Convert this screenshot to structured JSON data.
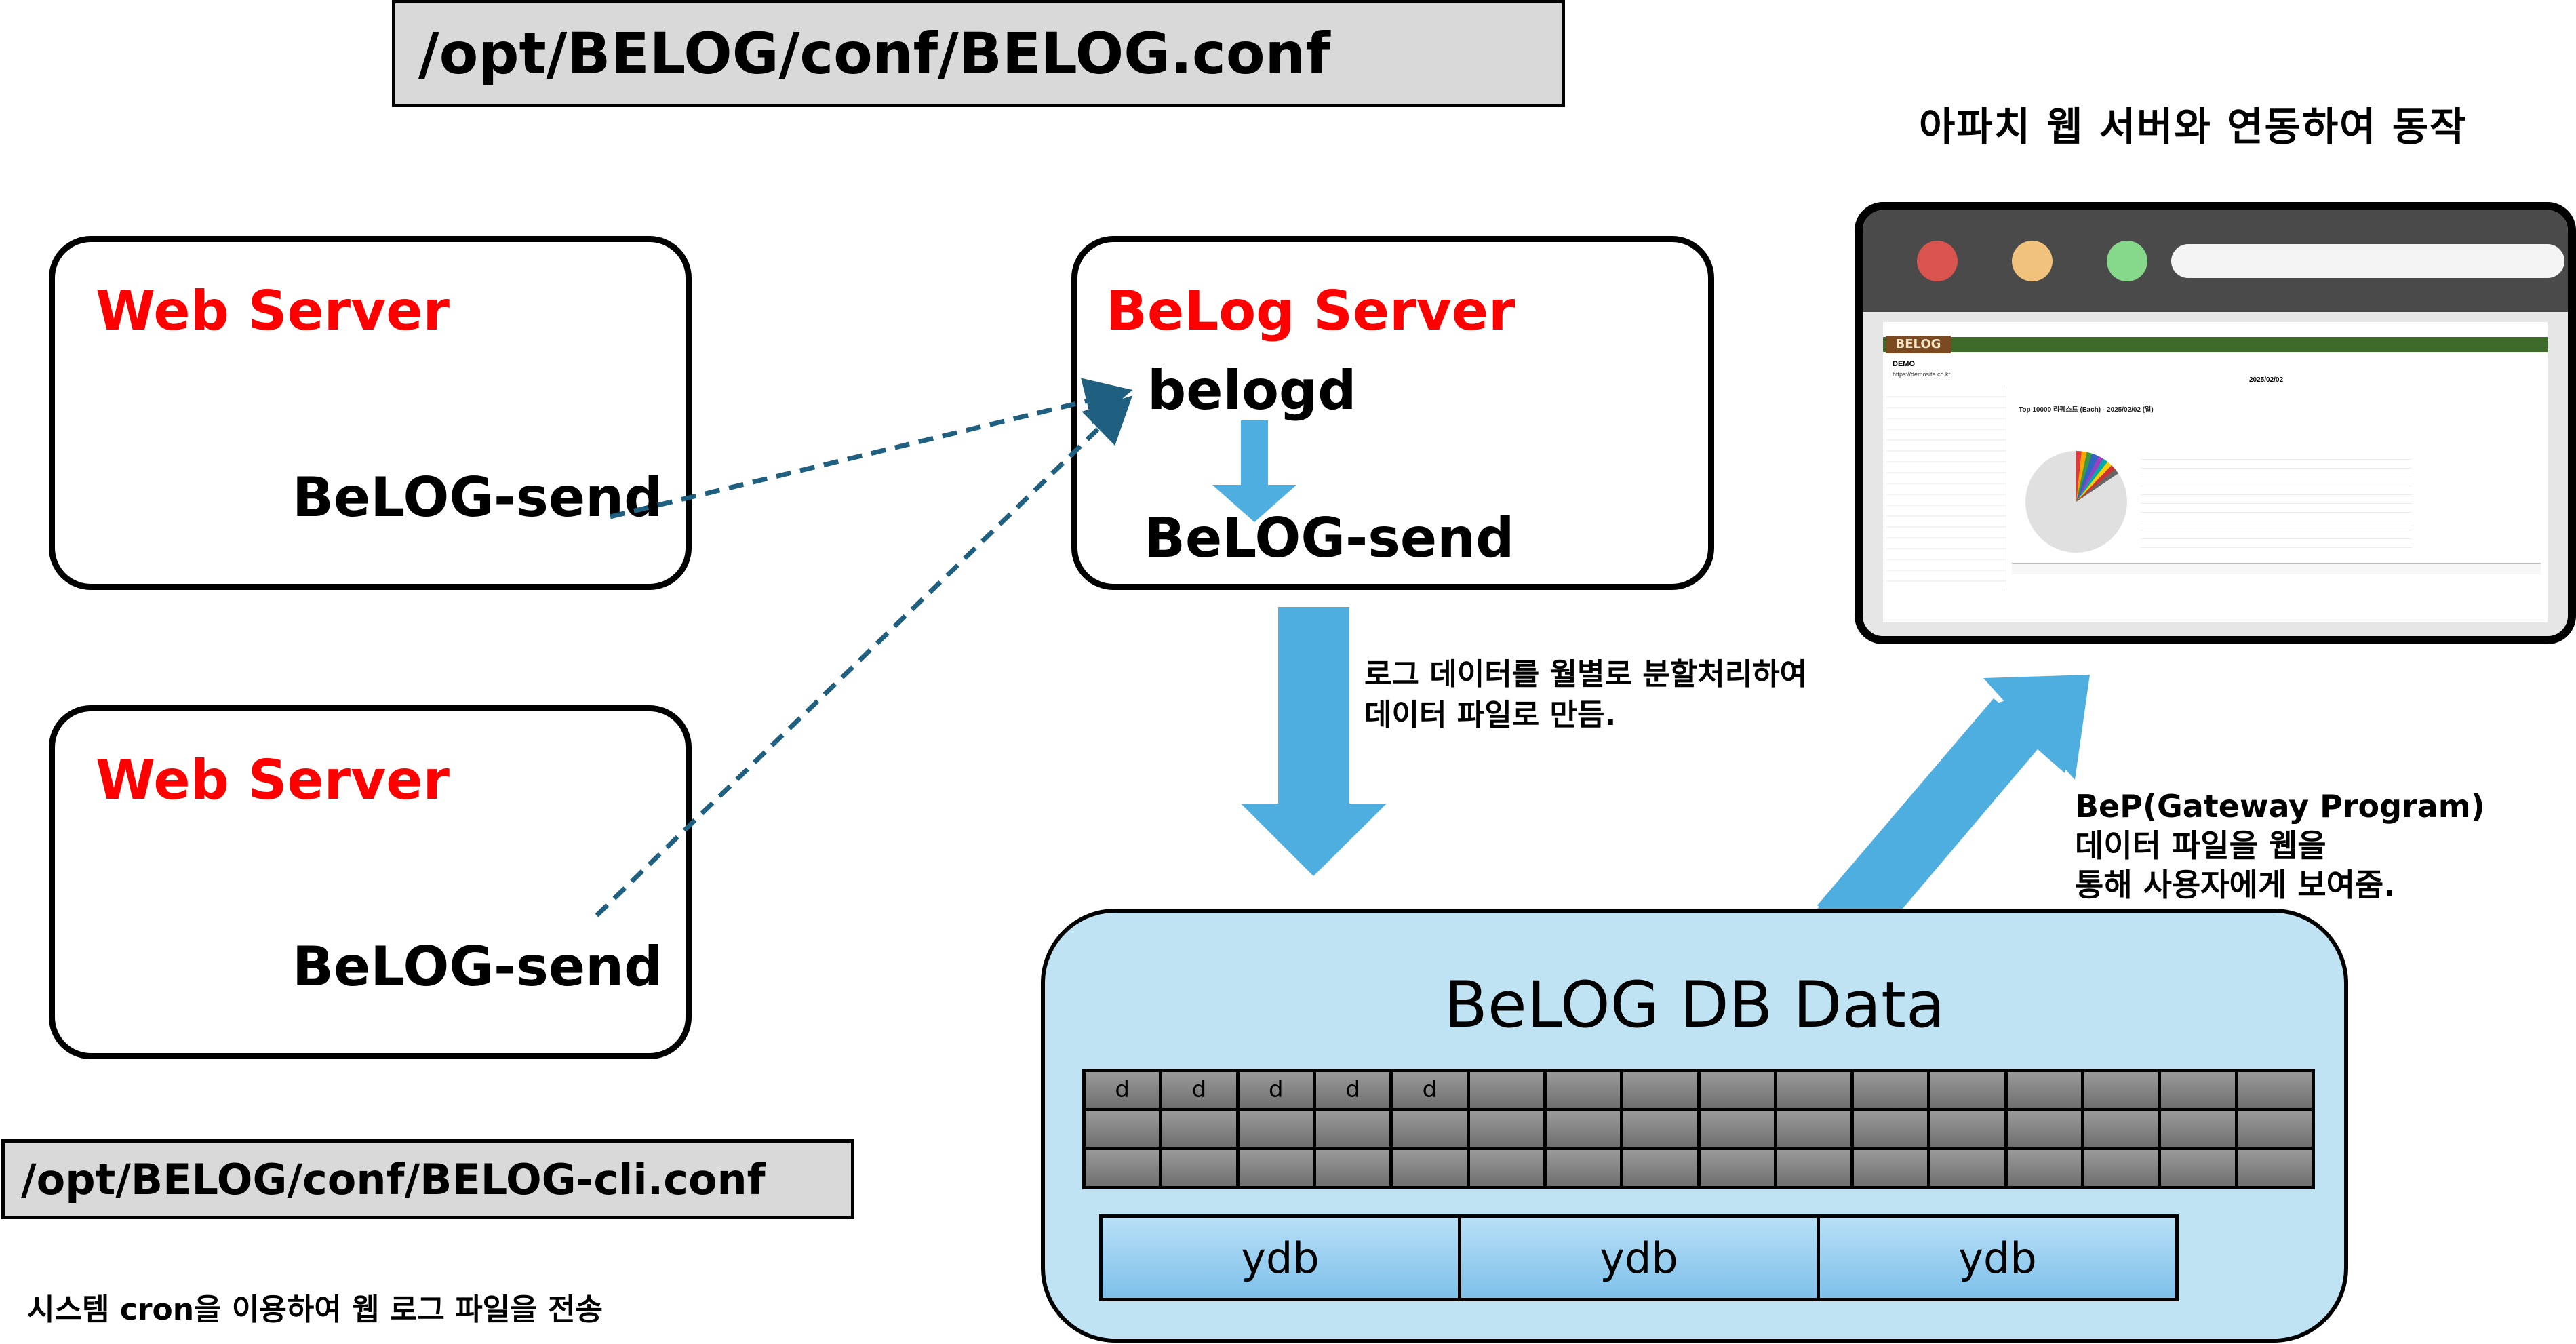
{
  "top_path": "/opt/BELOG/conf/BELOG.conf",
  "cli_path": "/opt/BELOG/conf/BELOG-cli.conf",
  "cron_note": "시스템 cron을 이용하여 웹 로그 파일을 전송",
  "apache_caption": "아파치 웹 서버와 연동하여 동작",
  "web_server_1": {
    "title": "Web Server",
    "agent": "BeLOG-send"
  },
  "web_server_2": {
    "title": "Web Server",
    "agent": "BeLOG-send"
  },
  "belog_server": {
    "title": "BeLog Server",
    "daemon": "belogd",
    "sender": "BeLOG-send"
  },
  "split_note": {
    "line1": "로그 데이터를 월별로 분할처리하여",
    "line2": "데이터 파일로 만듬."
  },
  "bep_note": {
    "line1": "BeP(Gateway Program)",
    "line2": "데이터 파일을 웹을",
    "line3": "통해 사용자에게 보여줌."
  },
  "db": {
    "title": "BeLOG DB Data",
    "row1_cells": [
      "d",
      "d",
      "d",
      "d",
      "d",
      "",
      "",
      "",
      "",
      "",
      "",
      "",
      "",
      "",
      "",
      ""
    ],
    "ydb_labels": [
      "ydb",
      "ydb",
      "ydb"
    ]
  },
  "browser": {
    "logo": "BELOG",
    "site": "DEMO",
    "url": "https://demosite.co.kr",
    "date": "2025/02/02",
    "report_title": "Top 10000 리퀘스트 (Each) - 2025/02/02 (일)"
  },
  "colors": {
    "red_title": "#ff0000",
    "arrow_blue": "#4eaee0",
    "dashed_line": "#1f5f7f",
    "db_fill": "#bfe3f3",
    "path_box_fill": "#d9d9d9"
  },
  "icons": [
    "close-dot-icon",
    "minimize-dot-icon",
    "maximize-dot-icon",
    "pie-chart-icon"
  ]
}
